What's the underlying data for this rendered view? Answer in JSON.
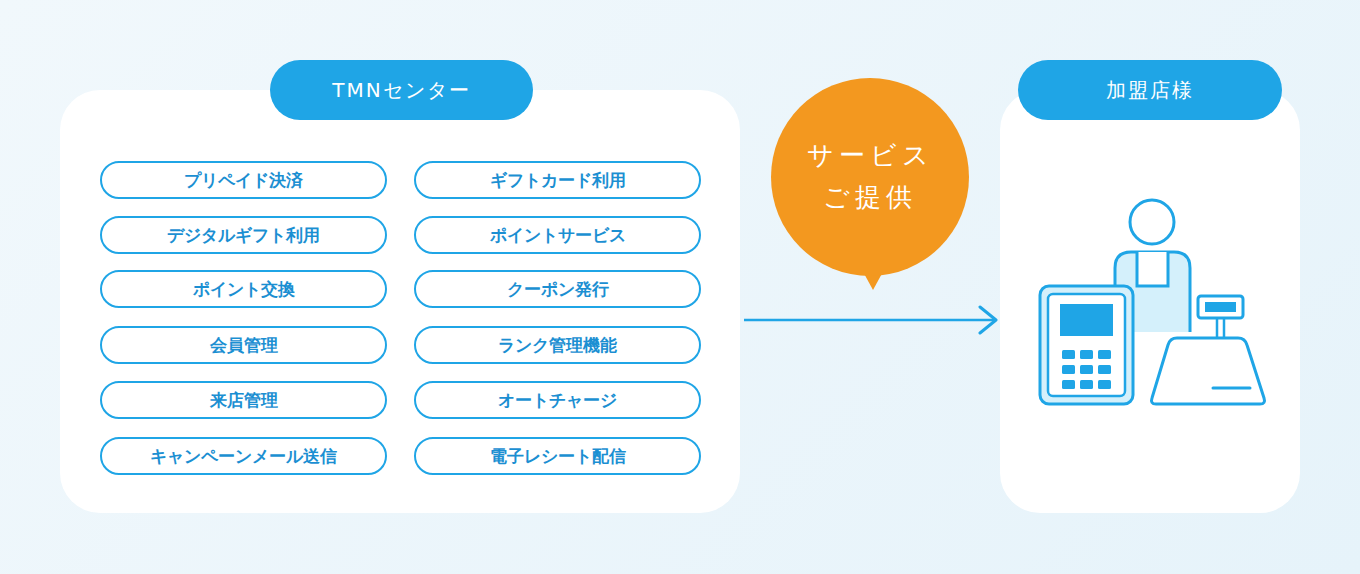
{
  "diagram": {
    "nodes": [
      {
        "text": [
          "TMNセンター"
        ]
      },
      {
        "text": [
          "プリペイド決済"
        ],
        "in": 0
      },
      {
        "text": [
          "ギフトカード利用"
        ],
        "in": 0
      },
      {
        "text": [
          "デジタルギフト利用"
        ],
        "in": 0
      },
      {
        "text": [
          "ポイントサービス"
        ],
        "in": 0
      },
      {
        "text": [
          "ポイント交換"
        ],
        "in": 0
      },
      {
        "text": [
          "クーポン発行"
        ],
        "in": 0
      },
      {
        "text": [
          "会員管理"
        ],
        "in": 0
      },
      {
        "text": [
          "ランク管理機能"
        ],
        "in": 0
      },
      {
        "text": [
          "来店管理"
        ],
        "in": 0
      },
      {
        "text": [
          "オートチャージ"
        ],
        "in": 0
      },
      {
        "text": [
          "キャンペーンメール送信"
        ],
        "in": 0
      },
      {
        "text": [
          "電子レシート配信"
        ],
        "in": 0
      },
      {
        "text": [
          "サービス ご提供"
        ]
      },
      {
        "text": [
          "加盟店様"
        ]
      }
    ],
    "edges": [
      {
        "from": 0,
        "to": 14,
        "arrow": "to"
      }
    ]
  }
}
